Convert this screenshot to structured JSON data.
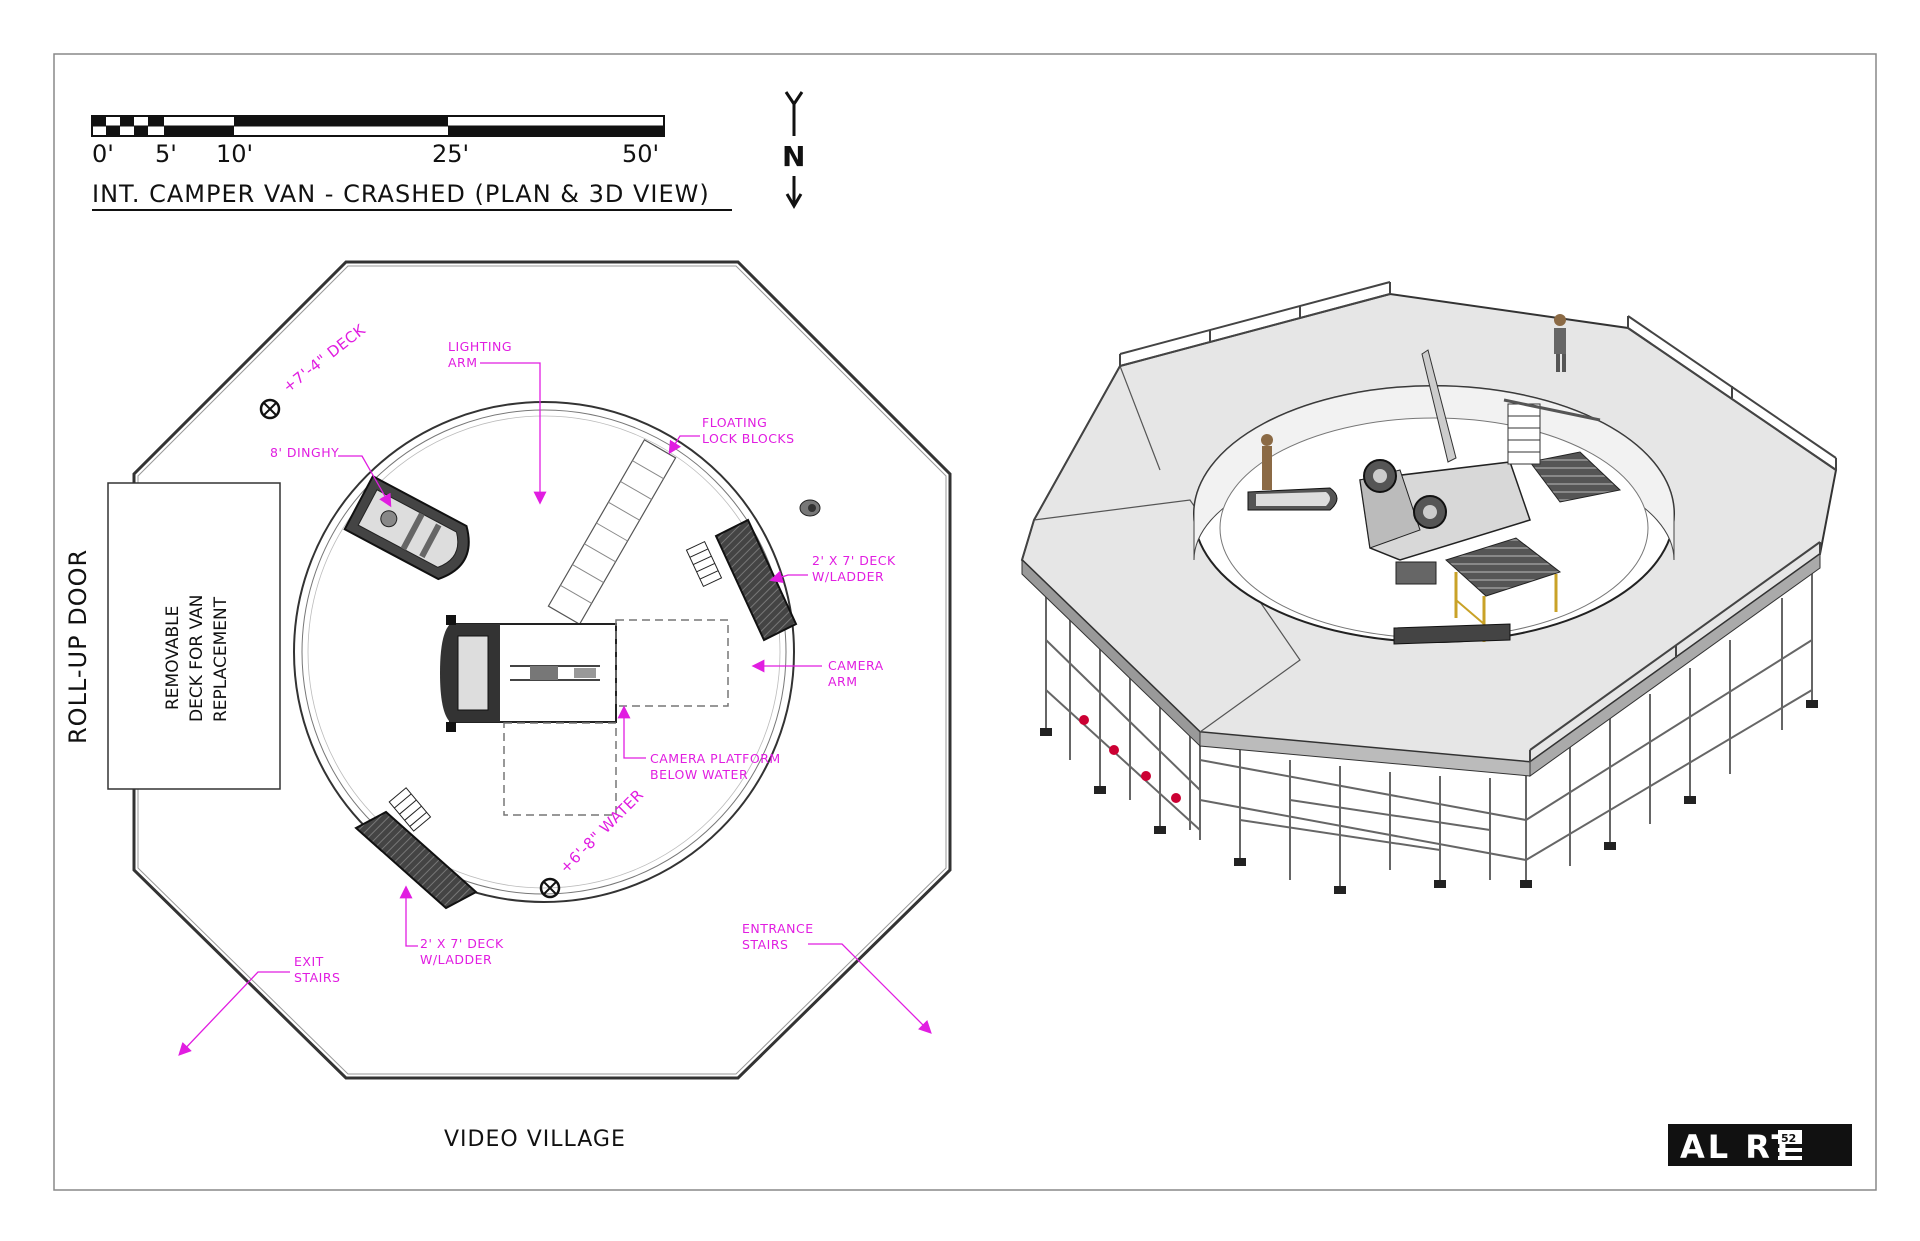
{
  "scale": {
    "labels": [
      "0'",
      "5'",
      "10'",
      "25'",
      "50'"
    ]
  },
  "north": {
    "letter": "N"
  },
  "title": "INT. CAMPER VAN - CRASHED (PLAN & 3D VIEW)",
  "plan": {
    "door_label": "ROLL-UP DOOR",
    "removable_deck": [
      "REMOVABLE",
      "DECK FOR VAN",
      "REPLACEMENT"
    ],
    "video_village": "VIDEO VILLAGE",
    "callouts": {
      "deck_height": "+7'-4\" DECK",
      "water_depth": "+6'-8\" WATER",
      "lighting_arm": [
        "LIGHTING",
        "ARM"
      ],
      "dinghy": "8' DINGHY",
      "floating_blocks": [
        "FLOATING",
        "LOCK BLOCKS"
      ],
      "deck_ladder_right": [
        "2' X 7' DECK",
        "W/LADDER"
      ],
      "camera_arm": [
        "CAMERA",
        "ARM"
      ],
      "camera_platform": [
        "CAMERA PLATFORM",
        "BELOW WATER"
      ],
      "deck_ladder_left": [
        "2' X 7' DECK",
        "W/LADDER"
      ],
      "exit_stairs": [
        "EXIT",
        "STAIRS"
      ],
      "entrance_stairs": [
        "ENTRANCE",
        "STAIRS"
      ]
    }
  },
  "logo": {
    "text": "AL  RT",
    "badge": "52"
  },
  "colors": {
    "annotation": "#e11de1",
    "ink": "#111111",
    "deck_fill": "#e6e6e6",
    "water_wall": "#f2f2f2"
  }
}
